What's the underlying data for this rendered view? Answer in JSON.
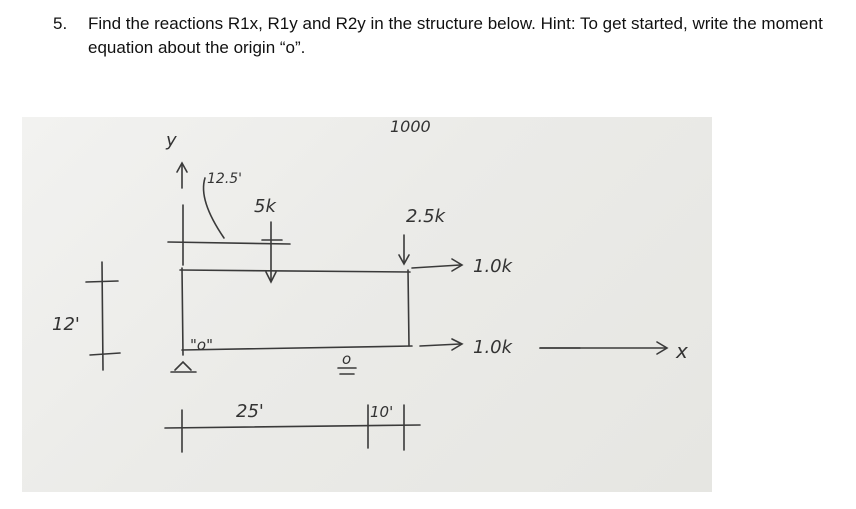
{
  "question": {
    "number": "5.",
    "text": "Find the reactions R1x, R1y and R2y in the structure below.  Hint: To get started, write the moment equation about the origin “o”."
  },
  "sketch": {
    "top_mark": "1000",
    "y_axis_label": "y",
    "slope_length": "12.5'",
    "load_left": "5k",
    "load_right": "2.5k",
    "horizontal_load_top": "1.0k",
    "horizontal_load_bottom": "1.0k",
    "height_dim": "12'",
    "origin_label": "\"o\"",
    "support_label": "o",
    "span_left": "25'",
    "span_right": "10'",
    "x_axis_label": "x",
    "ink_color": "#3a3a3a"
  }
}
